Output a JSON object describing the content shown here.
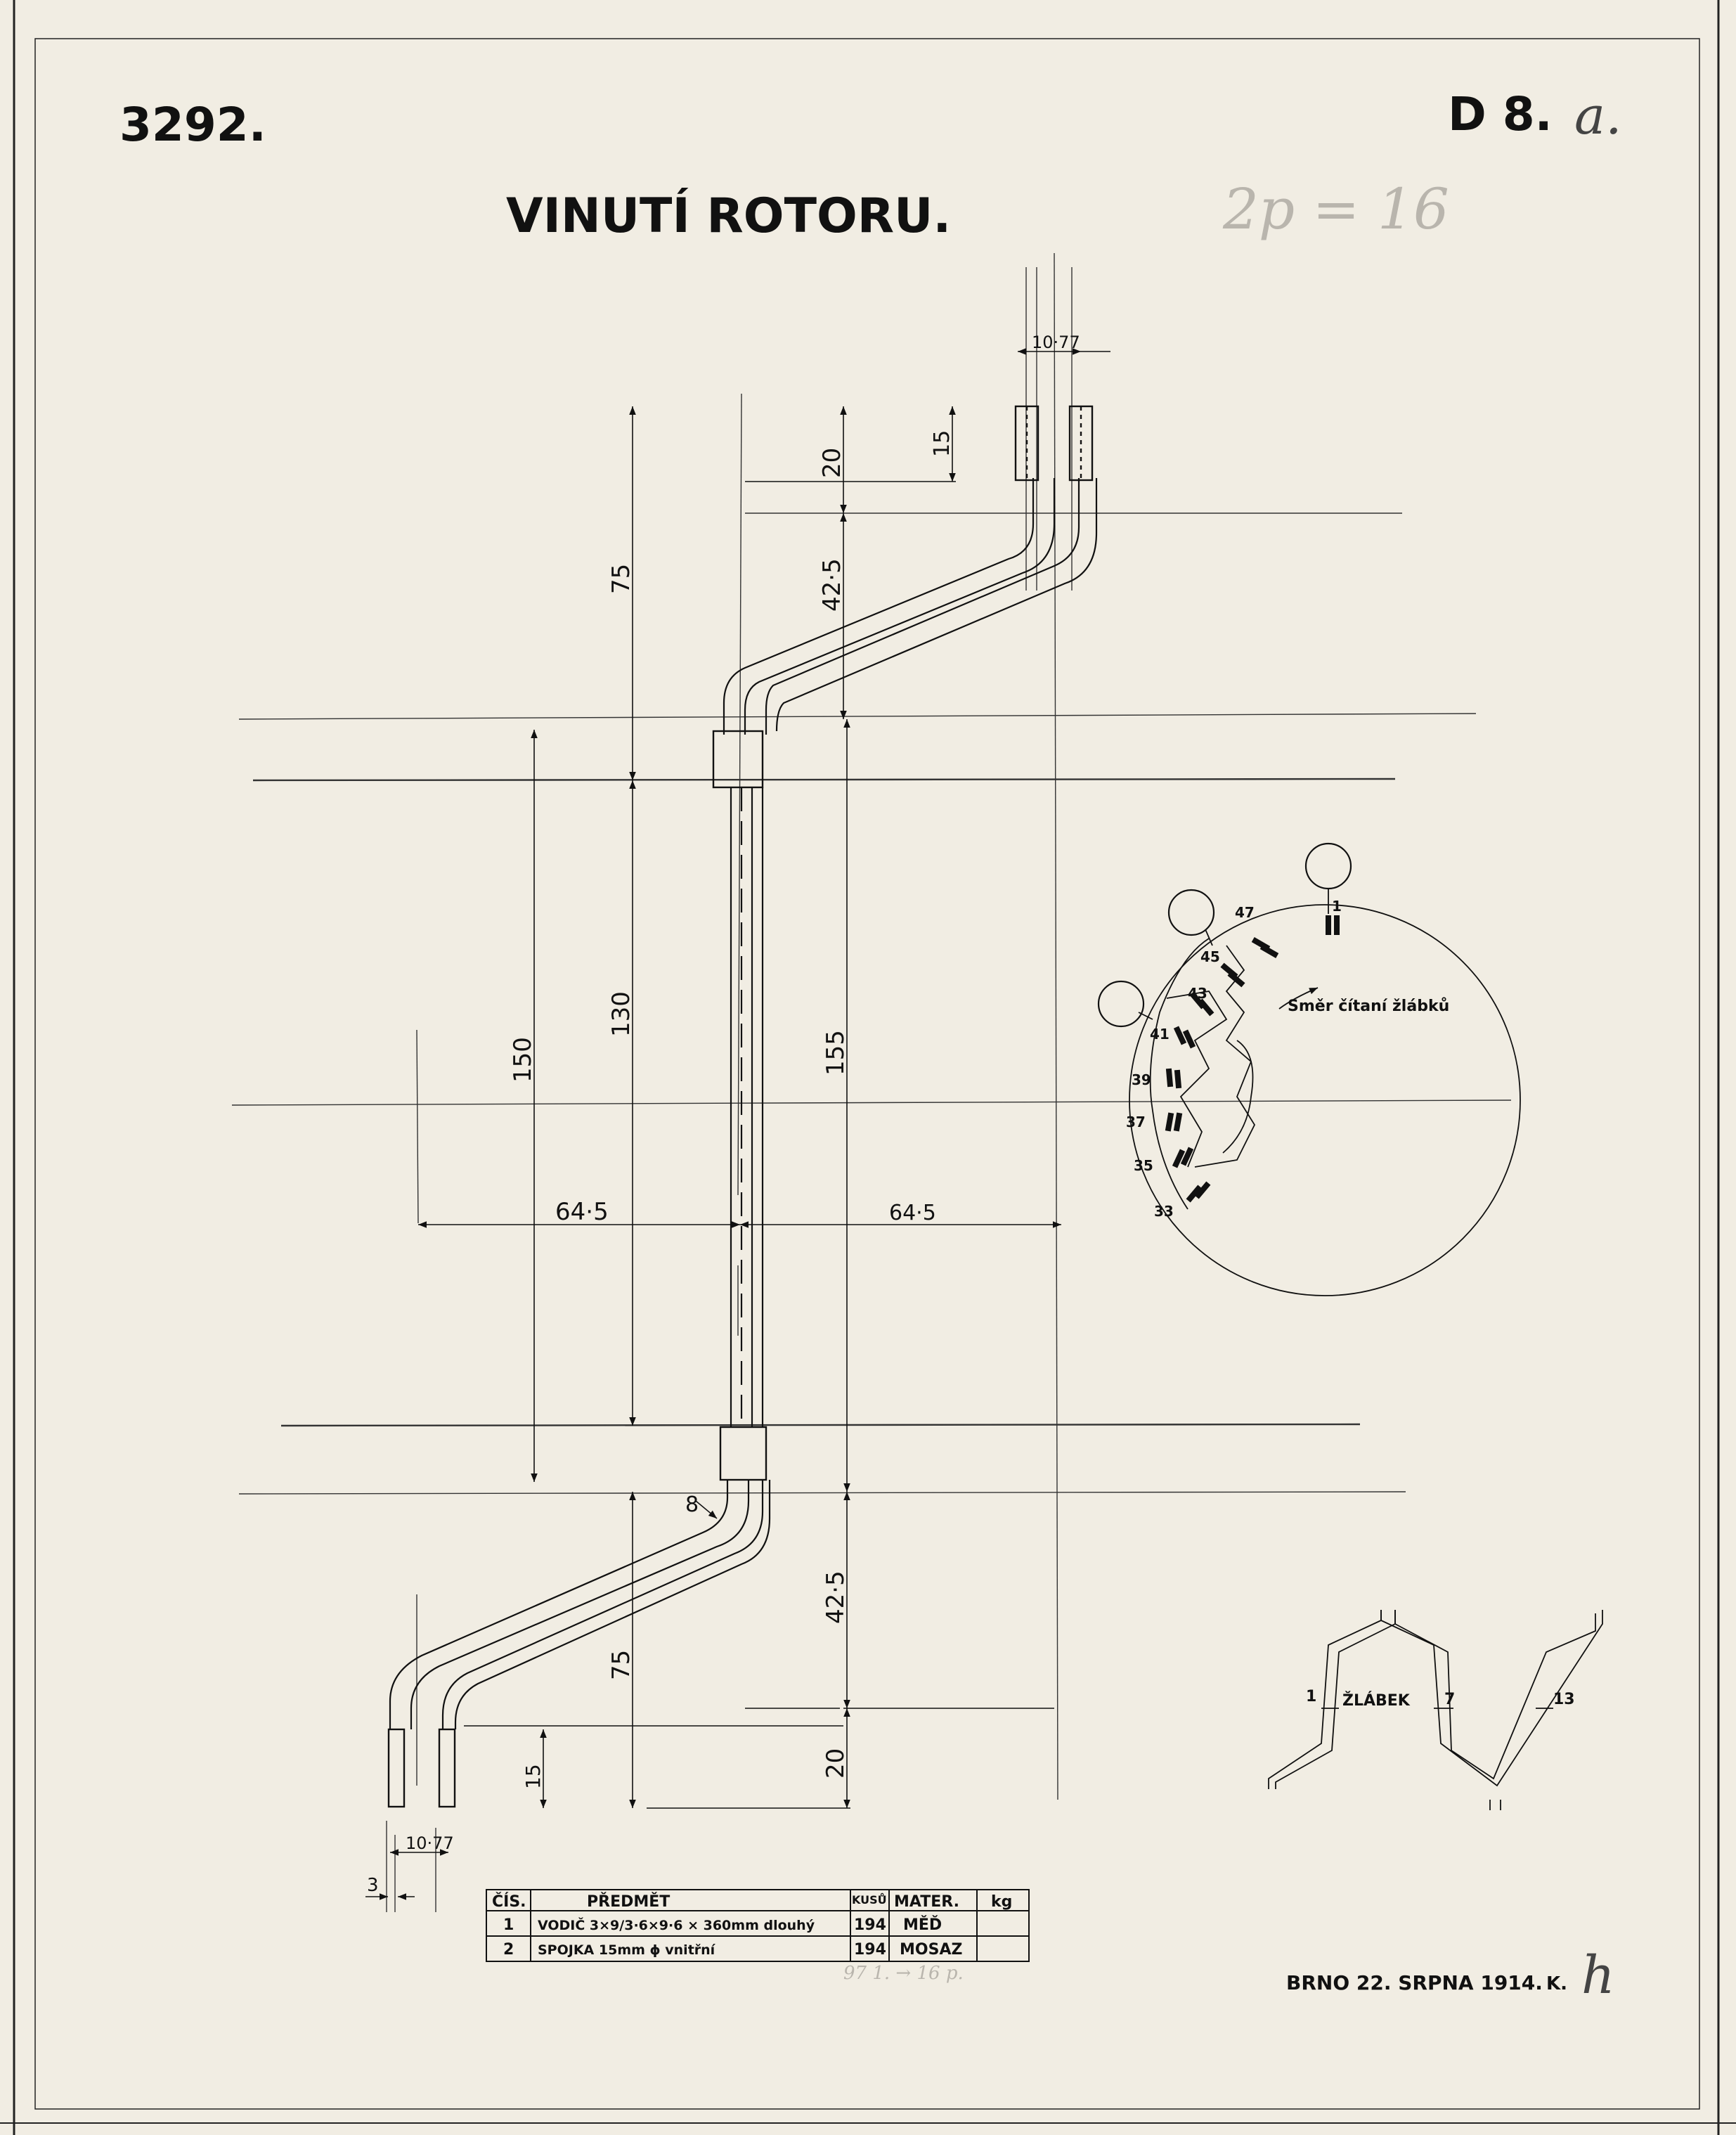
{
  "drawing_number": "3292.",
  "sheet_code": "D 8.",
  "sheet_code_suffix": "a.",
  "title": "VINUTÍ ROTORU.",
  "pencil_note": "2p = 16",
  "dimensions": {
    "top_pitch": "10·77",
    "bottom_pitch": "10·77",
    "top_end_height": "20",
    "top_tube_length": "15",
    "top_cranked_length": "42·5",
    "top_overall": "75",
    "core_length": "150",
    "bar_straight": "130",
    "bar_between": "155",
    "half_span_left": "64·5",
    "half_span_right": "64·5",
    "bottom_cranked_length": "42·5",
    "bottom_overall": "75",
    "bottom_end_height": "20",
    "bottom_tube_length": "15",
    "bend_radius": "8",
    "tube_offset": "3"
  },
  "slot_diagram": {
    "direction_label": "Směr čítaní žlábků",
    "slot_numbers": [
      "1",
      "47",
      "45",
      "43",
      "41",
      "39",
      "37",
      "35",
      "33"
    ]
  },
  "winding_scheme": {
    "label": "ŽLÁBEK",
    "slot_numbers": [
      "1",
      "7",
      "13"
    ]
  },
  "parts_table": {
    "headers": [
      "ČÍS.",
      "PŘEDMĚT",
      "KUSŮ",
      "MATER.",
      "kg"
    ],
    "rows": [
      {
        "num": "1",
        "item": "VODIČ 3×9/3·6×9·6 × 360mm dlouhý",
        "qty": "194",
        "material": "MĚĎ",
        "kg": ""
      },
      {
        "num": "2",
        "item": "SPOJKA 15mm ϕ vnitřní",
        "qty": "194",
        "material": "MOSAZ",
        "kg": ""
      }
    ],
    "pencil_note": "97 1. → 16 p."
  },
  "footer": {
    "place_date": "BRNO 22. SRPNA 1914.",
    "signature_initial": "K.",
    "signature_mark": "h"
  }
}
